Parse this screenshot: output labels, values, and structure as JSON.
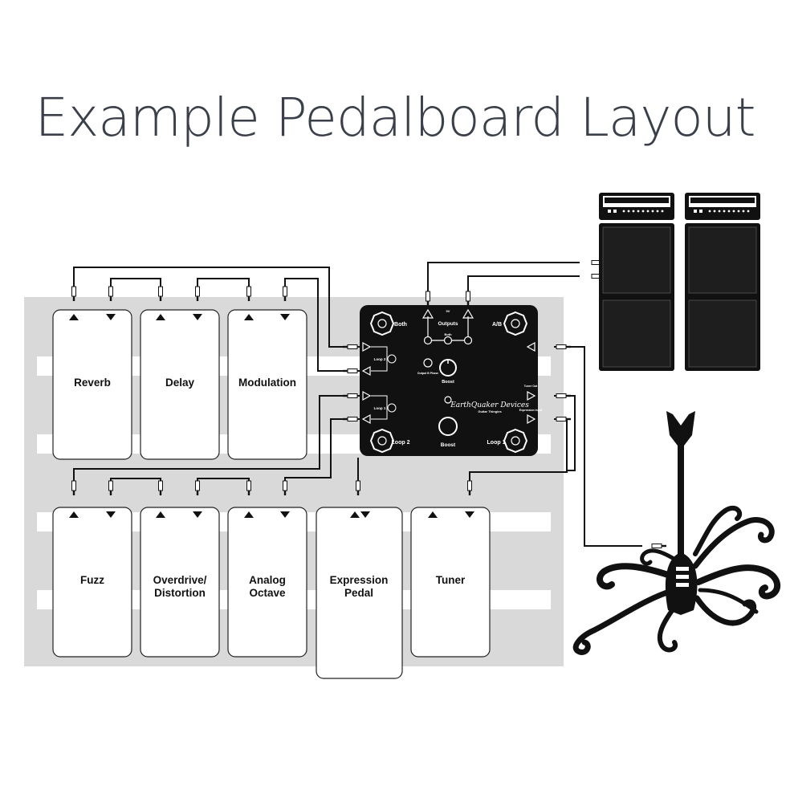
{
  "title": "Example Pedalboard Layout",
  "pedals_top": [
    {
      "label": "Reverb"
    },
    {
      "label": "Delay"
    },
    {
      "label": "Modulation"
    }
  ],
  "pedals_bottom": [
    {
      "label": [
        "Fuzz"
      ]
    },
    {
      "label": [
        "Overdrive/",
        "Distortion"
      ]
    },
    {
      "label": [
        "Analog",
        "Octave"
      ]
    },
    {
      "label": [
        "Expression",
        "Pedal"
      ]
    },
    {
      "label": [
        "Tuner"
      ]
    }
  ],
  "controller": {
    "brand": "EarthQuaker Devices",
    "subbrand": "Guitar Thingies",
    "both": "Both",
    "outputs": "Outputs",
    "ab": "A/B",
    "both_small": "Both",
    "loop2_small": "Loop 2",
    "loop1_small": "Loop 1",
    "boost_knob": "Boost",
    "output_b_phase": "Output B Phase",
    "loop2": "Loop 2",
    "boost": "Boost",
    "loop1": "Loop 1",
    "tuner_out": "Tuner Out",
    "expression_input": "Expression Input",
    "power": "9V"
  },
  "colors": {
    "title": "#3a3f4a",
    "board": "#d9d9d9",
    "ink": "#111111",
    "controller": "#111111",
    "amp_grille": "#1e1e1e"
  }
}
